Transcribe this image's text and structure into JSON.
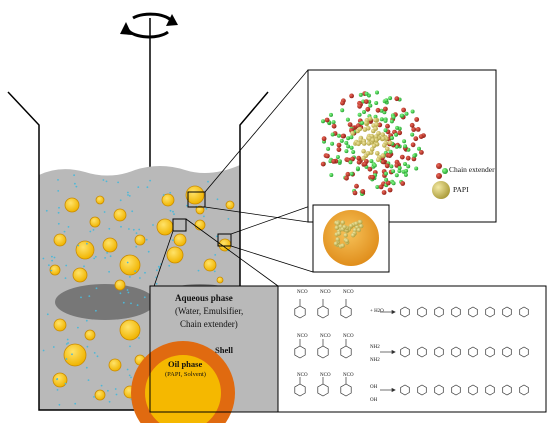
{
  "labels": {
    "chain_extender": "Chain extender",
    "papi": "PAPI",
    "aqueous_title": "Aqueous phase",
    "aqueous_line1": "(Water, Emulsifier,",
    "aqueous_line2": "Chain extender)",
    "shell": "Shell",
    "oil_title": "Oil phase",
    "oil_sub": "(PAPI, Solvent)"
  },
  "reactions": {
    "row1_reagent": "+ H2O",
    "row2_reagent_a": "NH2",
    "row2_reagent_b": "NH2",
    "row3_reagent_a": "OH",
    "row3_reagent_b": "OH",
    "isocyanate": "NCO"
  },
  "colors": {
    "liquid": "#b8b8b8",
    "droplet": "#f5c518",
    "droplet_edge": "#c98a00",
    "dot": "#4db8d8",
    "shell": "#e06a10",
    "oil_core": "#f5b800",
    "red_molecule": "#c0392b",
    "green_molecule": "#2ecc40",
    "papi_core": "#d4c25a"
  },
  "icons": [
    "rotation-arrow-icon"
  ]
}
